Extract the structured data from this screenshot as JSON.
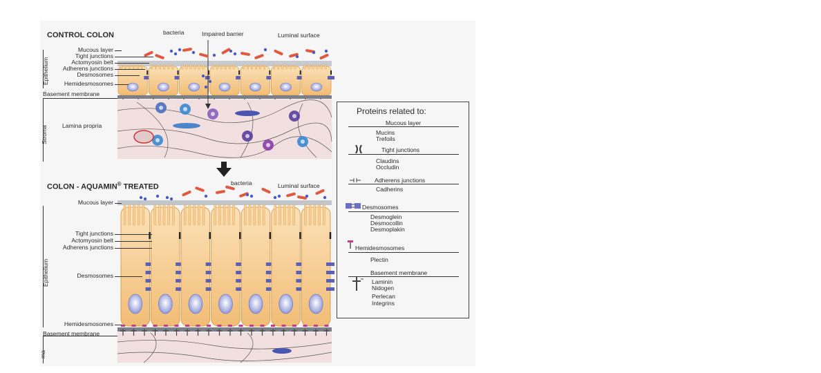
{
  "control": {
    "title": "CONTROL COLON",
    "bacteria": "bacteria",
    "impaired_barrier": "Impaired barrier",
    "luminal_surface": "Luminal surface",
    "labels": [
      "Mucous layer",
      "Tight junctions",
      "Actomyosin belt",
      "Adherens junctions",
      "Desmosomes",
      "Hemidesmosomes",
      "Basement membrane"
    ],
    "lamina_propria": "Lamina propria",
    "epithelium": "Epithelium",
    "stroma": "Stroma"
  },
  "treated": {
    "title": "COLON - AQUAMIN",
    "title_mark": "®",
    "title_tail": " TREATED",
    "bacteria": "bacteria",
    "luminal_surface": "Luminal surface",
    "mucous_layer": "Mucous layer",
    "labels": [
      "Tight junctions",
      "Actomyosin belt",
      "Adherens junctions"
    ],
    "desmosomes": "Desmosomes",
    "hemidesmosomes": "Hemidesmosomes",
    "basement_membrane": "Basement membrane",
    "epithelium": "Epithelium",
    "stroma_partial": "ma"
  },
  "legend": {
    "title": "Proteins related to:",
    "sections": {
      "mucous": {
        "header": "Mucous layer",
        "items": [
          "Mucins",
          "Trefoils"
        ]
      },
      "tight": {
        "header": "Tight junctions",
        "items": [
          "Claudins",
          "Occludin"
        ]
      },
      "adherens": {
        "header": "Adherens junctions",
        "items": [
          "Cadherins"
        ]
      },
      "desmosomes": {
        "header": "Desmosomes",
        "items": [
          "Desmoglein",
          "Desmocollin",
          "Desmoplakin"
        ]
      },
      "hemidesmosomes": {
        "header": "Hemidesmosomes",
        "items": [
          "Plectin"
        ]
      },
      "basement": {
        "header": "Basement membrane",
        "items": [
          "Laminin",
          "Nidogen",
          "Perlecan",
          "Integrins"
        ]
      }
    }
  },
  "colors": {
    "cell": "#f7cf95",
    "cell_edge": "#d99a46",
    "nucleus": "#c9cff0",
    "mucus": "#b9bec4",
    "stroma": "#f3e0e0",
    "bacteria_rod": "#e0583e",
    "bacteria_cocci": "#4a5cc0",
    "junction": "#5a5fb8"
  }
}
